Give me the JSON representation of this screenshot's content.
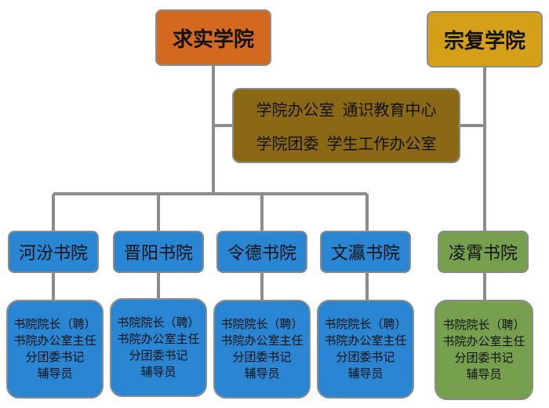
{
  "colors": {
    "qiushi": "#d2691e",
    "zongfu": "#d4a017",
    "center": "#8b6914",
    "college_blue": "#2a85d3",
    "college_green": "#76a04e",
    "line": "#8c8c8c"
  },
  "schools": {
    "qiushi": "求实学院",
    "zongfu": "宗复学院"
  },
  "offices": [
    "学院办公室",
    "通识教育中心",
    "学院团委",
    "学生工作办公室"
  ],
  "colleges": [
    "河汾书院",
    "晋阳书院",
    "令德书院",
    "文瀛书院",
    "凌霄书院"
  ],
  "roles": [
    "书院院长（聘）",
    "书院办公室主任",
    "分团委书记",
    "辅导员"
  ]
}
